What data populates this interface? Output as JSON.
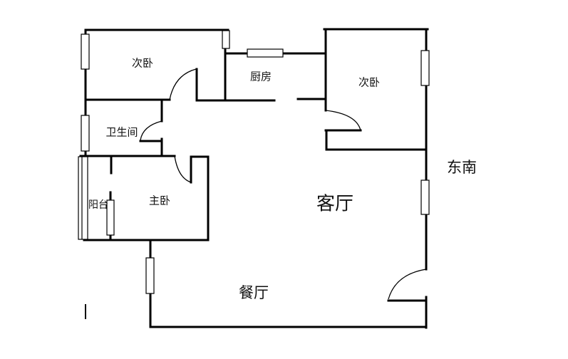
{
  "rooms": {
    "bedroom_nw": "次卧",
    "kitchen": "厨房",
    "bedroom_ne": "次卧",
    "bathroom": "卫生间",
    "balcony": "阳台",
    "master_bedroom": "主卧",
    "living_room": "客厅",
    "dining_room": "餐厅"
  },
  "orientation": "东南"
}
